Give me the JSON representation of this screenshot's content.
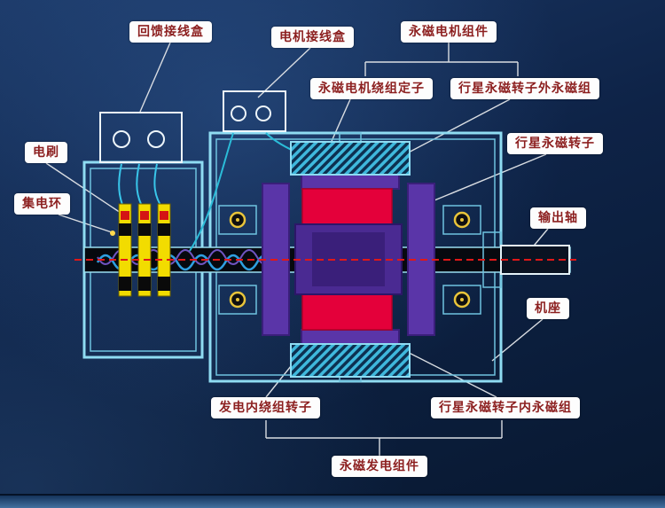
{
  "labels": {
    "feedback_junction_box": "回馈接线盒",
    "motor_junction_box": "电机接线盒",
    "pm_motor_assembly": "永磁电机组件",
    "pm_motor_winding_stator": "永磁电机绕组定子",
    "planetary_rotor_outer_magnets": "行星永磁转子外永磁组",
    "planetary_pm_rotor": "行星永磁转子",
    "brush": "电刷",
    "slip_ring": "集电环",
    "output_shaft": "输出轴",
    "frame": "机座",
    "generator_inner_winding_rotor": "发电内绕组转子",
    "planetary_rotor_inner_magnets": "行星永磁转子内永磁组",
    "pm_generator_assembly": "永磁发电组件"
  },
  "colors": {
    "background_top": "#1b3866",
    "background_bottom": "#081830",
    "outline_cyan": "#8fdcf2",
    "magnet_red": "#e4003a",
    "rotor_purple": "#5a35a8",
    "hub_purple": "#4a2a92",
    "slip_ring_yellow": "#f2dc00",
    "brush_red": "#d41414",
    "wire_blue": "#2e9fe0",
    "centerline_red": "#e01818",
    "bearing_gold": "#e8c43a",
    "label_bg": "#ffffff",
    "label_text": "#8c1f1f",
    "leader_line": "#d9dde2",
    "leader_dot_yellow": "#ffd94d"
  }
}
